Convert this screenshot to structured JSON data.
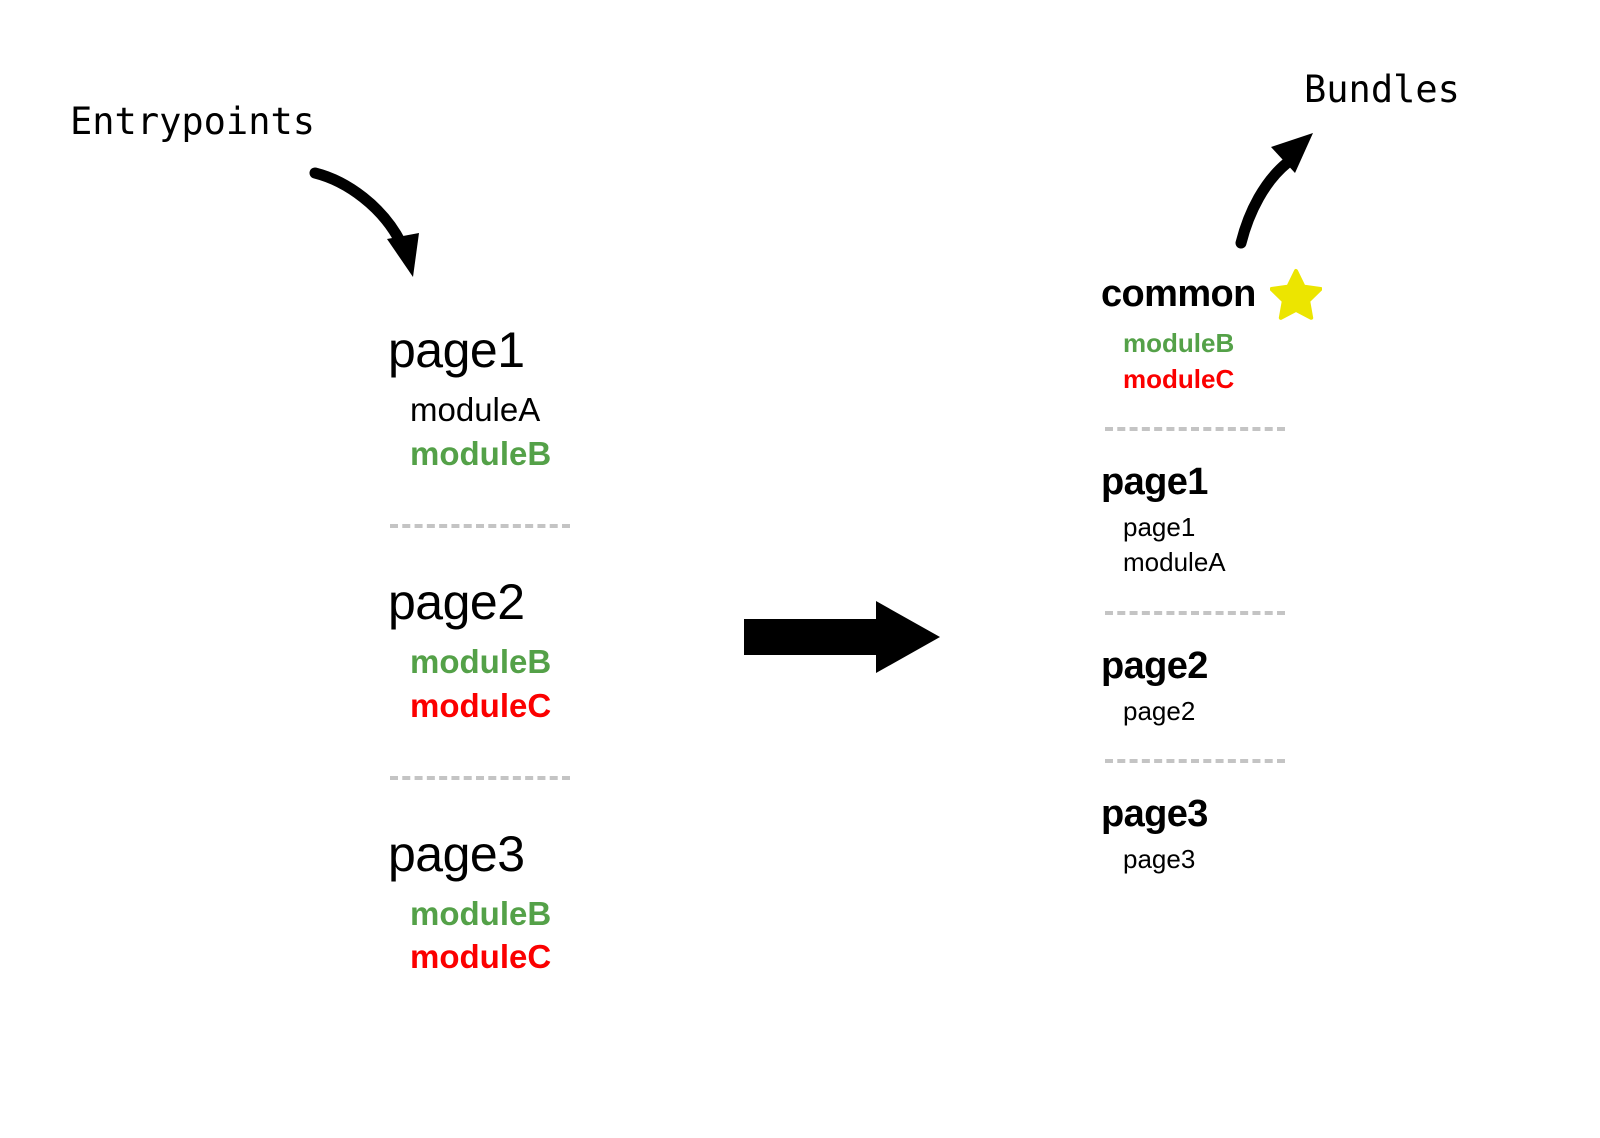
{
  "diagram": {
    "title_left": "Entrypoints",
    "title_right": "Bundles",
    "colors": {
      "module_shared": "#54a148",
      "module_duplicate": "#fb0000",
      "module_plain": "#000000",
      "star": "#ece500",
      "divider": "#c4c4c4",
      "arrow": "#000000"
    },
    "icons": {
      "transform_arrow": "right-block-arrow",
      "entry_arrow": "curved-down-right-arrow",
      "bundle_arrow": "curved-up-right-arrow",
      "star": "star-icon"
    }
  },
  "entrypoints": {
    "groups": [
      {
        "name": "page1",
        "modules": [
          {
            "label": "moduleA",
            "style": "plain"
          },
          {
            "label": "moduleB",
            "style": "green"
          }
        ]
      },
      {
        "name": "page2",
        "modules": [
          {
            "label": "moduleB",
            "style": "green"
          },
          {
            "label": "moduleC",
            "style": "red"
          }
        ]
      },
      {
        "name": "page3",
        "modules": [
          {
            "label": "moduleB",
            "style": "green"
          },
          {
            "label": "moduleC",
            "style": "red"
          }
        ]
      }
    ]
  },
  "bundles": {
    "groups": [
      {
        "name": "common",
        "starred": true,
        "modules": [
          {
            "label": "moduleB",
            "style": "green"
          },
          {
            "label": "moduleC",
            "style": "red"
          }
        ]
      },
      {
        "name": "page1",
        "starred": false,
        "modules": [
          {
            "label": "page1",
            "style": "plain"
          },
          {
            "label": "moduleA",
            "style": "plain"
          }
        ]
      },
      {
        "name": "page2",
        "starred": false,
        "modules": [
          {
            "label": "page2",
            "style": "plain"
          }
        ]
      },
      {
        "name": "page3",
        "starred": false,
        "modules": [
          {
            "label": "page3",
            "style": "plain"
          }
        ]
      }
    ]
  }
}
